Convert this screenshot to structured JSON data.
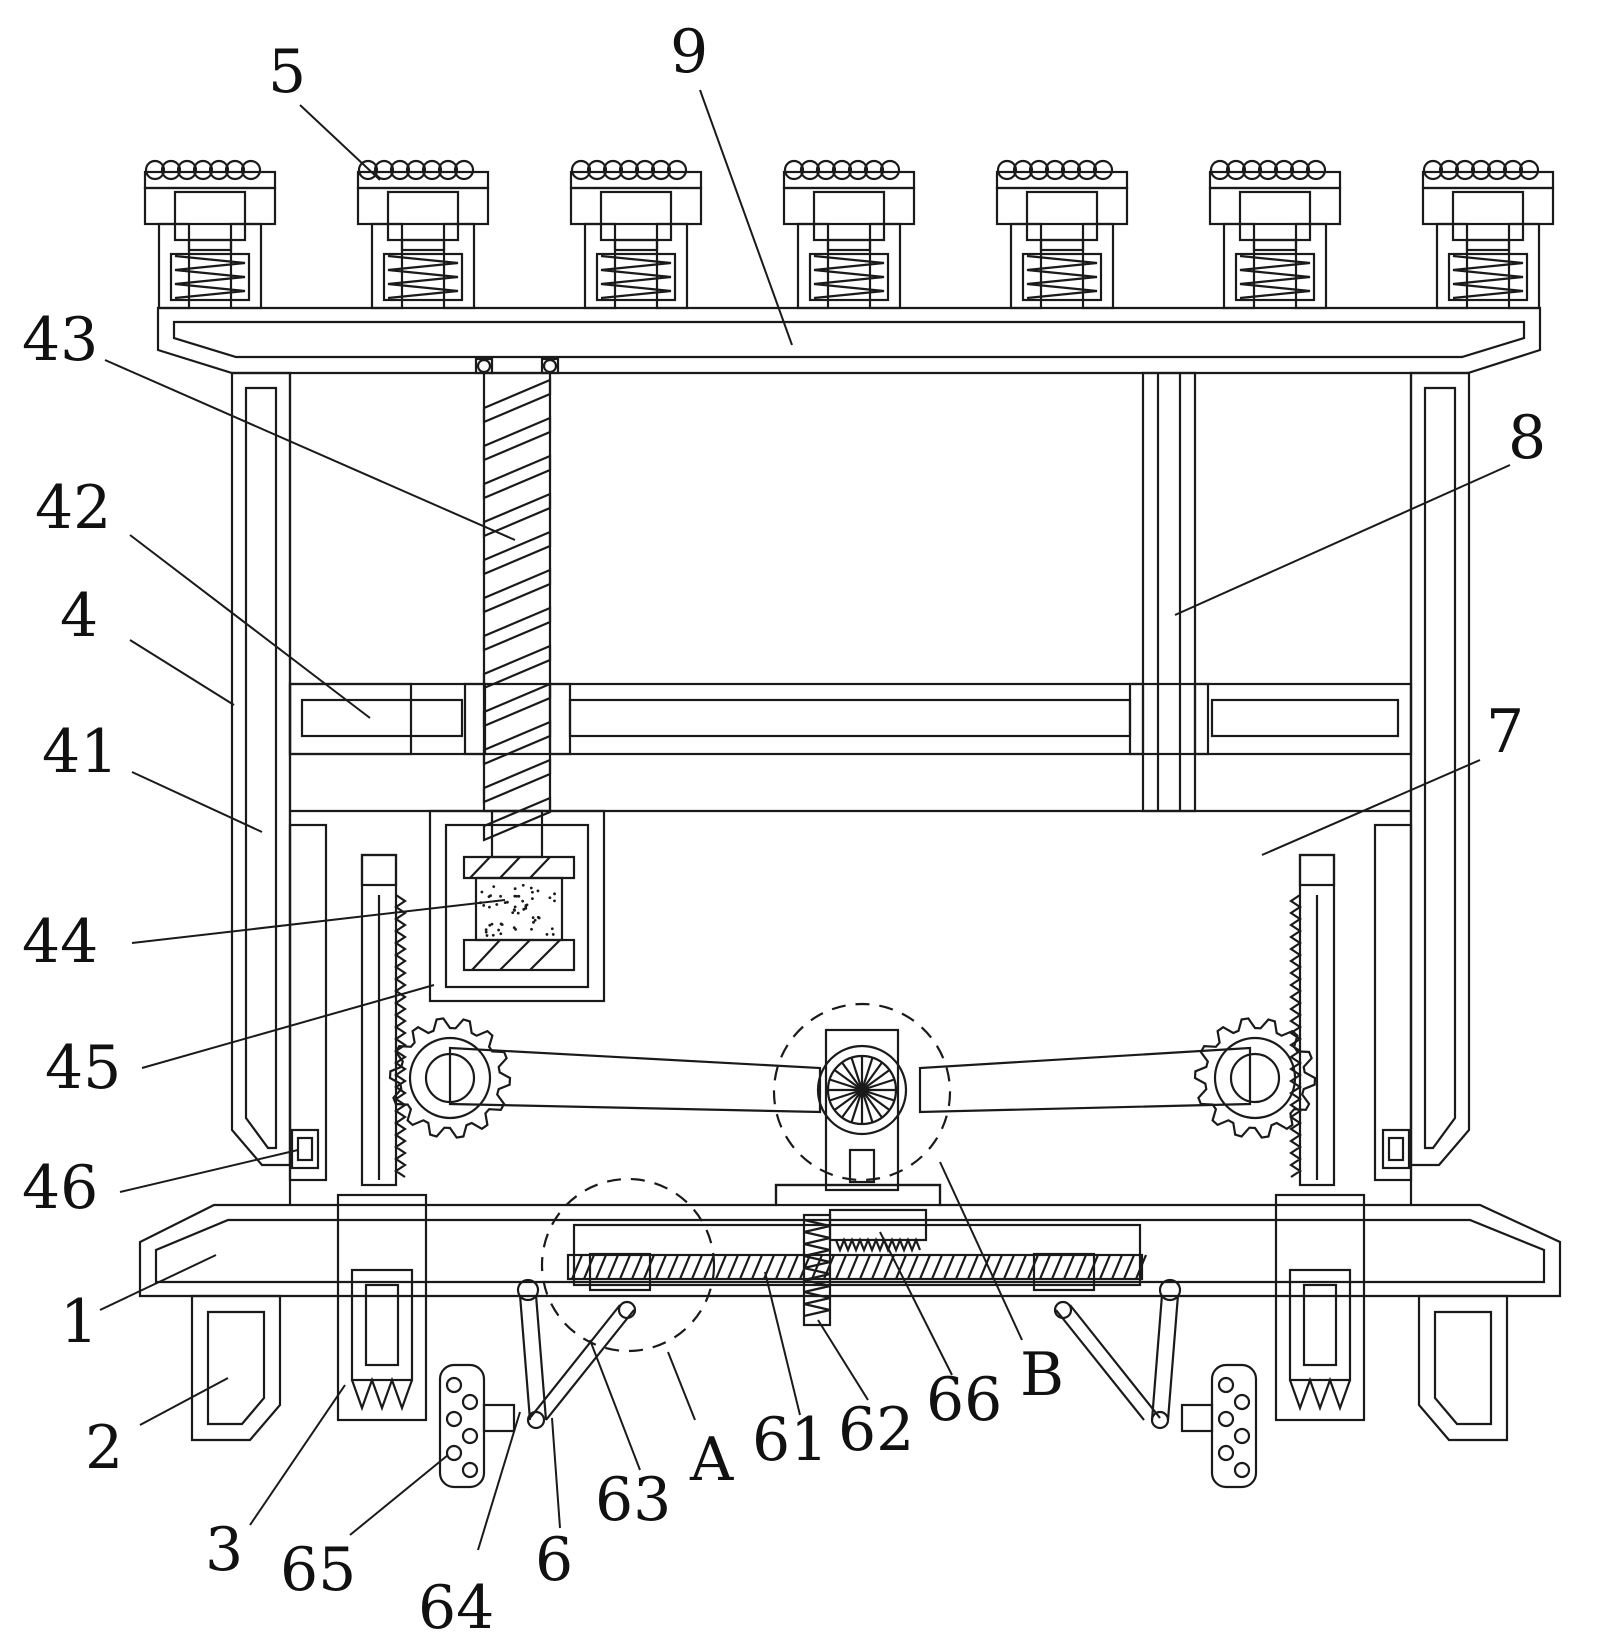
{
  "diagram": {
    "kind": "patent-mechanical-drawing",
    "stroke_color": "#1a1a1a",
    "background": "#ffffff",
    "labels": [
      {
        "id": "5",
        "text": "5"
      },
      {
        "id": "9",
        "text": "9"
      },
      {
        "id": "43",
        "text": "43"
      },
      {
        "id": "8",
        "text": "8"
      },
      {
        "id": "42",
        "text": "42"
      },
      {
        "id": "4",
        "text": "4"
      },
      {
        "id": "7",
        "text": "7"
      },
      {
        "id": "41",
        "text": "41"
      },
      {
        "id": "44",
        "text": "44"
      },
      {
        "id": "45",
        "text": "45"
      },
      {
        "id": "46",
        "text": "46"
      },
      {
        "id": "1",
        "text": "1"
      },
      {
        "id": "2",
        "text": "2"
      },
      {
        "id": "3",
        "text": "3"
      },
      {
        "id": "65",
        "text": "65"
      },
      {
        "id": "64",
        "text": "64"
      },
      {
        "id": "6",
        "text": "6"
      },
      {
        "id": "63",
        "text": "63"
      },
      {
        "id": "A",
        "text": "A"
      },
      {
        "id": "61",
        "text": "61"
      },
      {
        "id": "62",
        "text": "62"
      },
      {
        "id": "66",
        "text": "66"
      },
      {
        "id": "B",
        "text": "B"
      }
    ]
  }
}
